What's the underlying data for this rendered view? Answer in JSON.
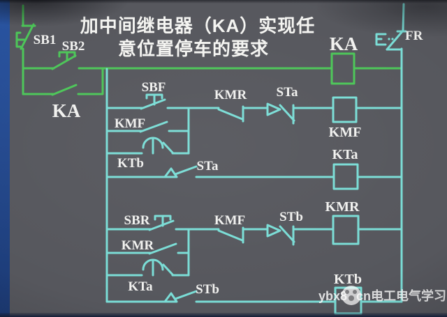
{
  "title": {
    "line1": "加中间继电器（KA）实现任",
    "line2": "意位置停车的要求"
  },
  "components": {
    "sb1": "SB1",
    "sb2": "SB2",
    "ka_contact": "KA",
    "ka_coil": "KA",
    "fr": "FR",
    "sbf": "SBF",
    "kmr_nc": "KMR",
    "sta_nc": "STa",
    "kmf_coil": "KMF",
    "kmf_hold": "KMF",
    "ktb_delay": "KTb",
    "sta_no": "STa",
    "kta_coil": "KTa",
    "sbr": "SBR",
    "kmf_nc": "KMF",
    "stb_nc": "STb",
    "kmr_coil": "KMR",
    "kmr_hold": "KMR",
    "kta_delay": "KTa",
    "stb_no": "STb",
    "ktb_coil": "KTb"
  },
  "watermark": {
    "prefix": "ybx8",
    "suffix": "cn电工电气学习"
  },
  "colors": {
    "wire_green": "#4cc658",
    "wire_cyan": "#7addd6",
    "background": "#56575d",
    "side_stripe": "#23498f",
    "text": "#f1f1ef"
  }
}
